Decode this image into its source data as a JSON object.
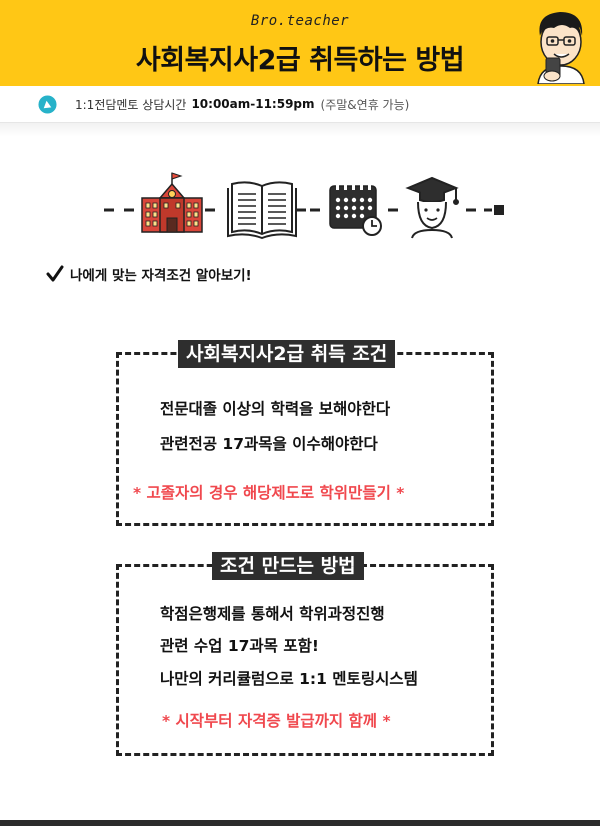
{
  "header": {
    "brand": "Bro.teacher",
    "title": "사회복지사2급 취득하는 방법",
    "background_color": "#ffc715"
  },
  "info_bar": {
    "icon": "location-pin-icon",
    "label": "1:1전담멘토 상담시간",
    "hours": "10:00am-11:59pm",
    "note": "(주말&연휴 가능)"
  },
  "timeline": {
    "icons": [
      "school-building-icon",
      "open-book-icon",
      "calendar-clock-icon",
      "graduate-icon"
    ]
  },
  "check_text": "나에게 맞는 자격조건 알아보기!",
  "conditions_box": {
    "tag": "사회복지사2급 취득 조건",
    "lines": [
      "전문대졸 이상의 학력을 보해야한다",
      "관련전공 17과목을 이수해야한다"
    ],
    "note": "* 고졸자의 경우 해당제도로 학위만들기 *",
    "note_color": "#f0484e"
  },
  "method_box": {
    "tag": "조건 만드는 방법",
    "lines": [
      "학점은행제를 통해서 학위과정진행",
      "관련 수업 17과목 포함!",
      "나만의 커리큘럼으로 1:1 멘토링시스템"
    ],
    "note": "* 시작부터 자격증 발급까지 함께 *",
    "note_color": "#f0484e"
  }
}
